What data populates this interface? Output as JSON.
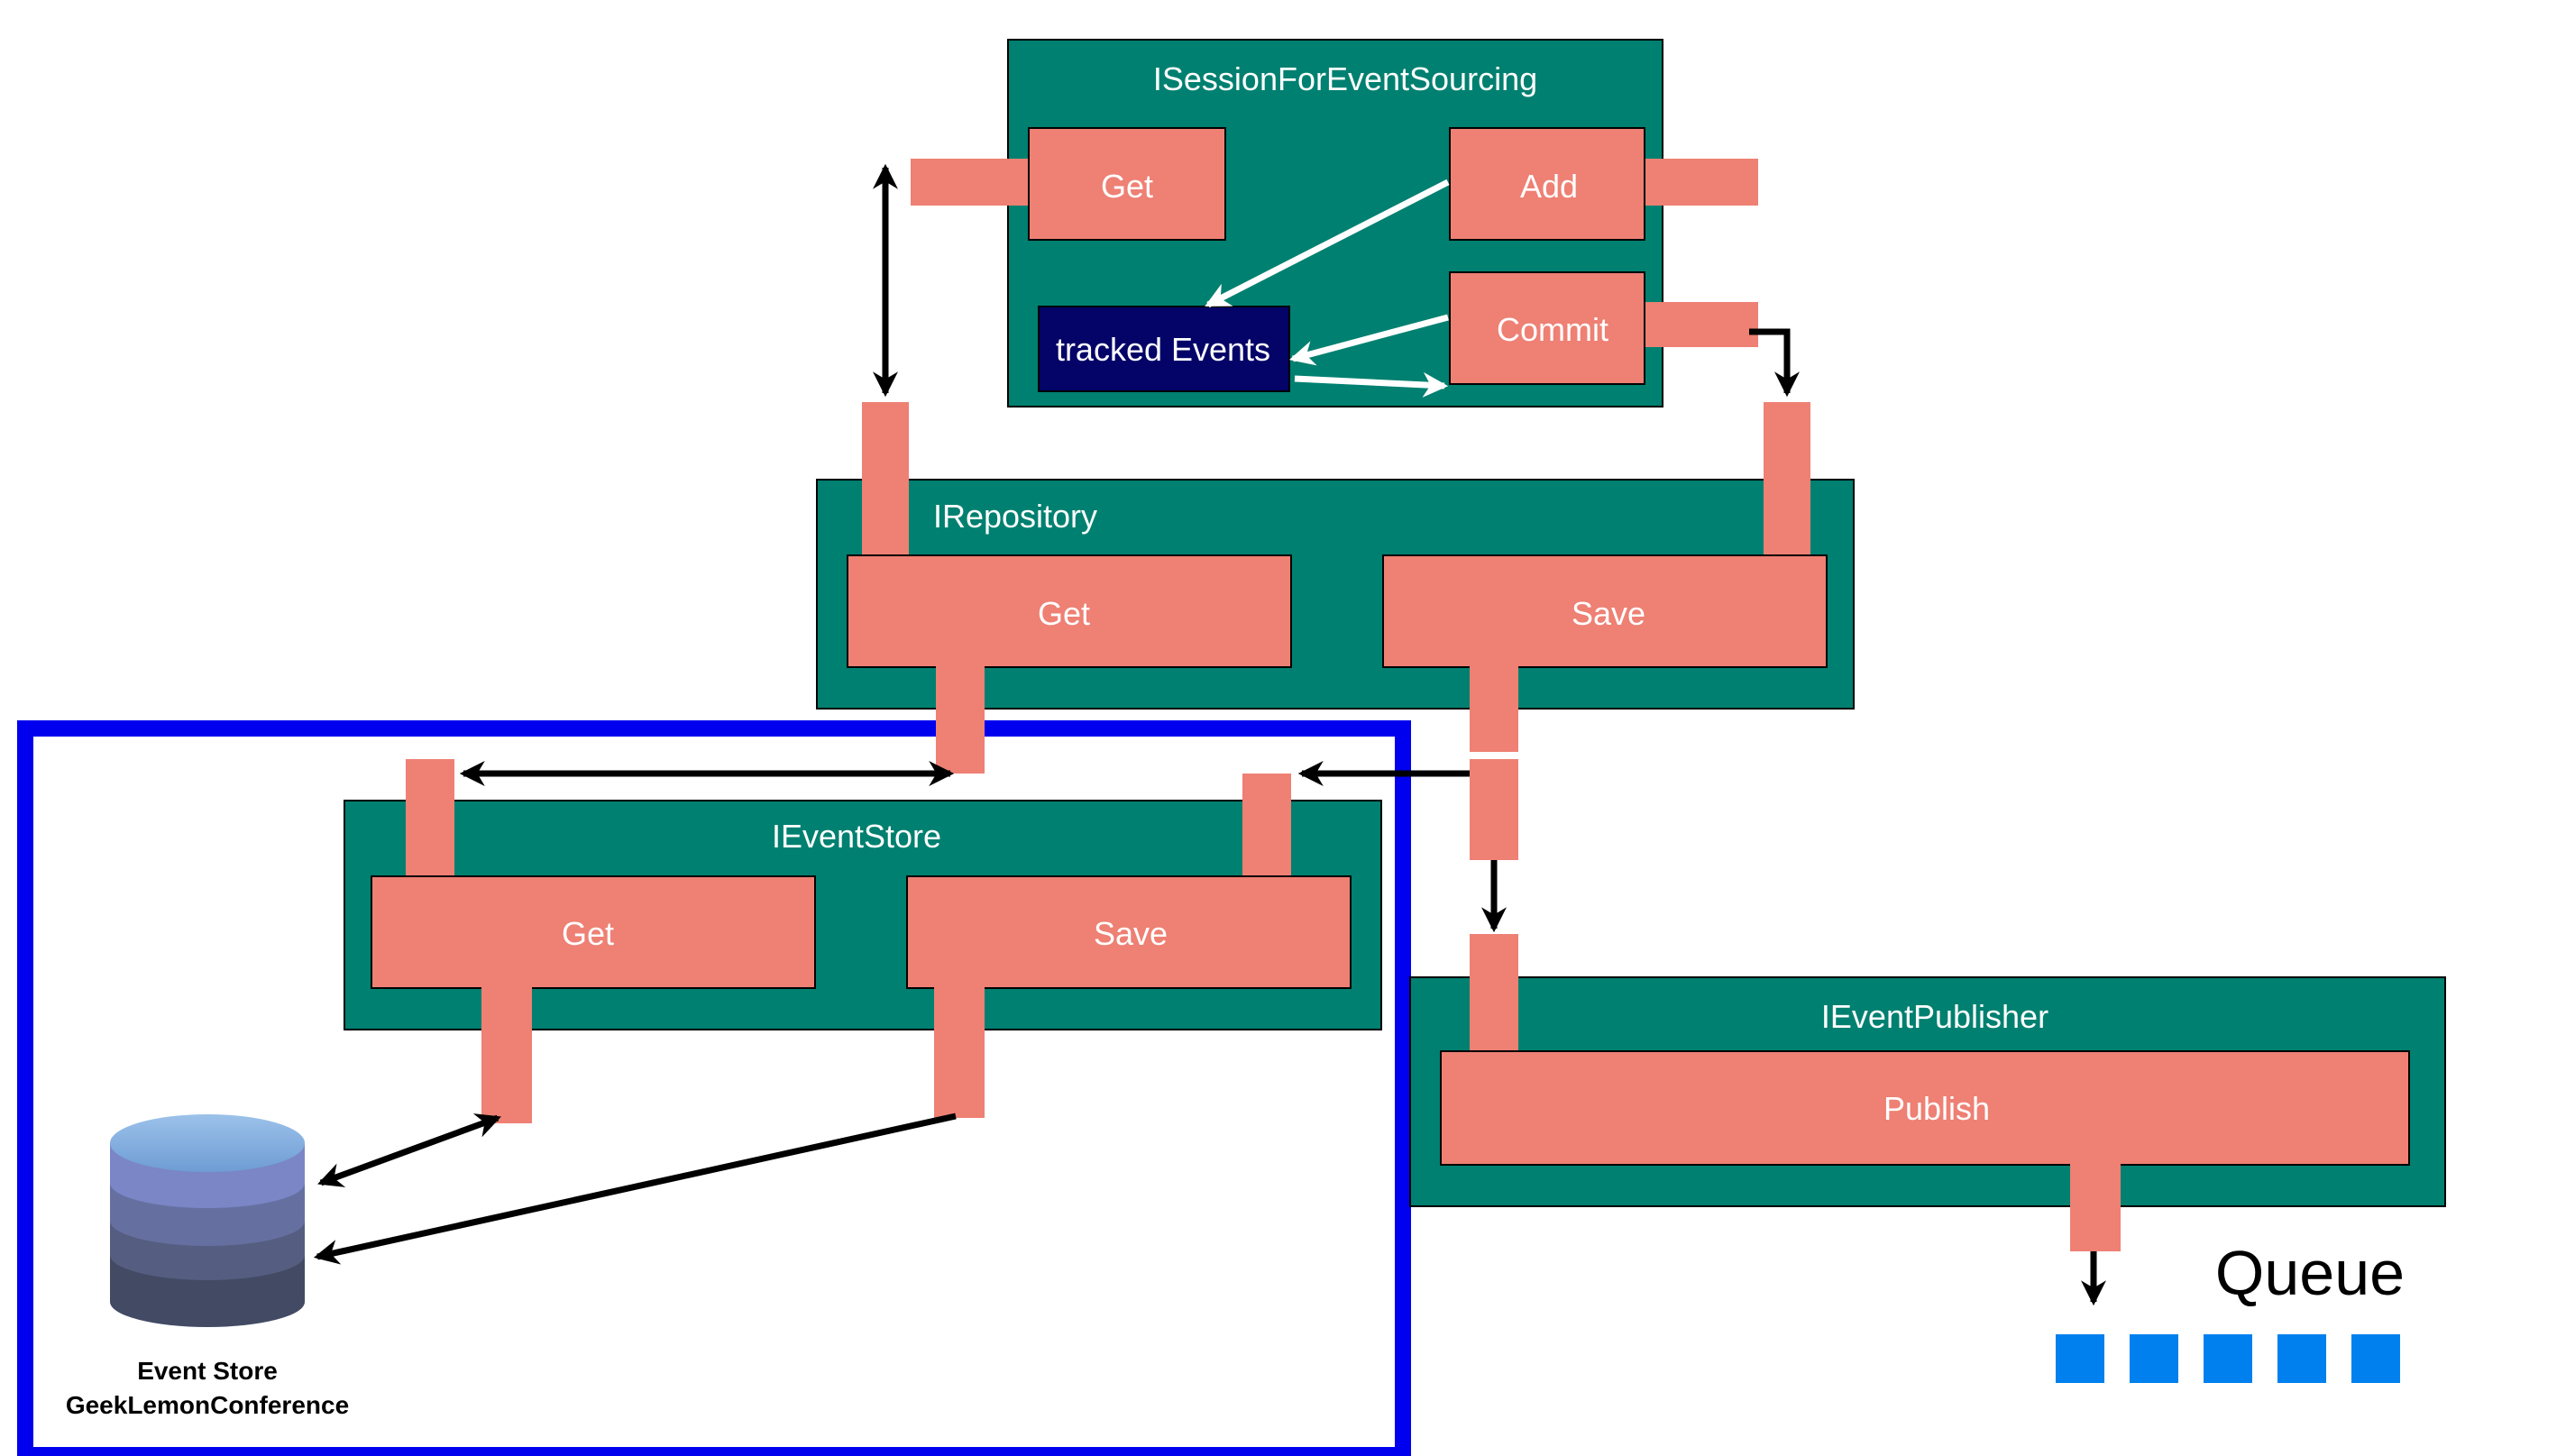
{
  "colors": {
    "container": "#008070",
    "operation": "#ee8074",
    "tracked_events": "#040468",
    "highlight_frame": "#0000ee",
    "queue_item": "#0080ee",
    "arrow": "#000000",
    "arrow_inner": "#ffffff"
  },
  "session": {
    "title": "ISessionForEventSourcing",
    "get_label": "Get",
    "add_label": "Add",
    "commit_label": "Commit",
    "tracked_events_label": "tracked Events"
  },
  "repository": {
    "title": "IRepository",
    "get_label": "Get",
    "save_label": "Save"
  },
  "event_store_interface": {
    "title": "IEventStore",
    "get_label": "Get",
    "save_label": "Save"
  },
  "event_publisher": {
    "title": "IEventPublisher",
    "publish_label": "Publish"
  },
  "event_store_db": {
    "label_line1": "Event Store",
    "label_line2": "GeekLemonConference",
    "icon": "database-cylinder-icon"
  },
  "queue": {
    "label": "Queue",
    "item_count": 5
  }
}
